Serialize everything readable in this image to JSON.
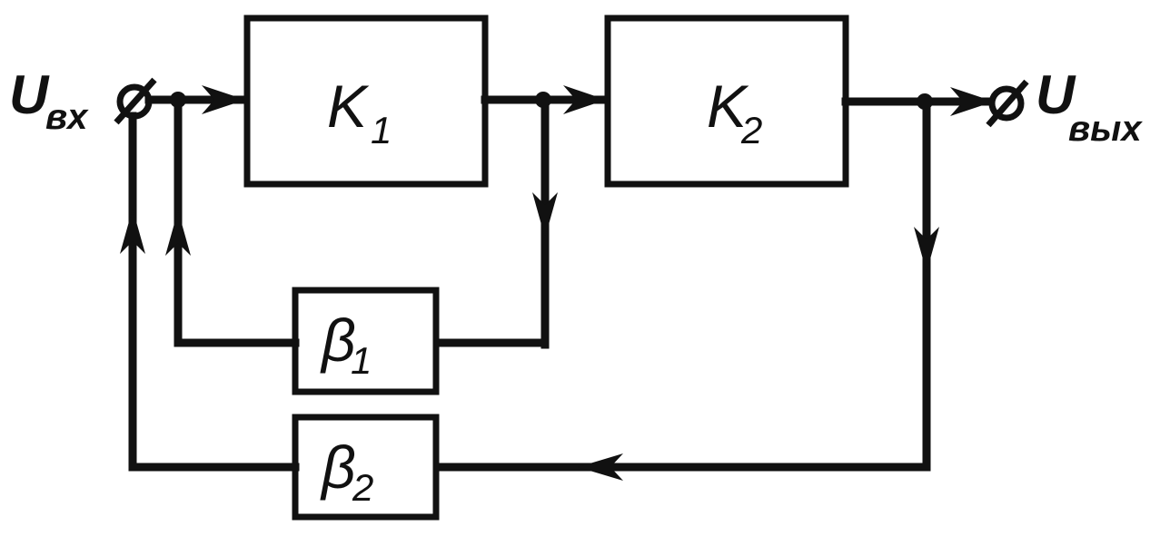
{
  "labels": {
    "input_main": "U",
    "input_sub": "вх",
    "output_main": "U",
    "output_sub": "вых"
  },
  "blocks": {
    "k1": {
      "main": "K",
      "sub": "1"
    },
    "k2": {
      "main": "K",
      "sub": "2"
    },
    "beta1": {
      "main": "β",
      "sub": "1"
    },
    "beta2": {
      "main": "β",
      "sub": "2"
    }
  }
}
